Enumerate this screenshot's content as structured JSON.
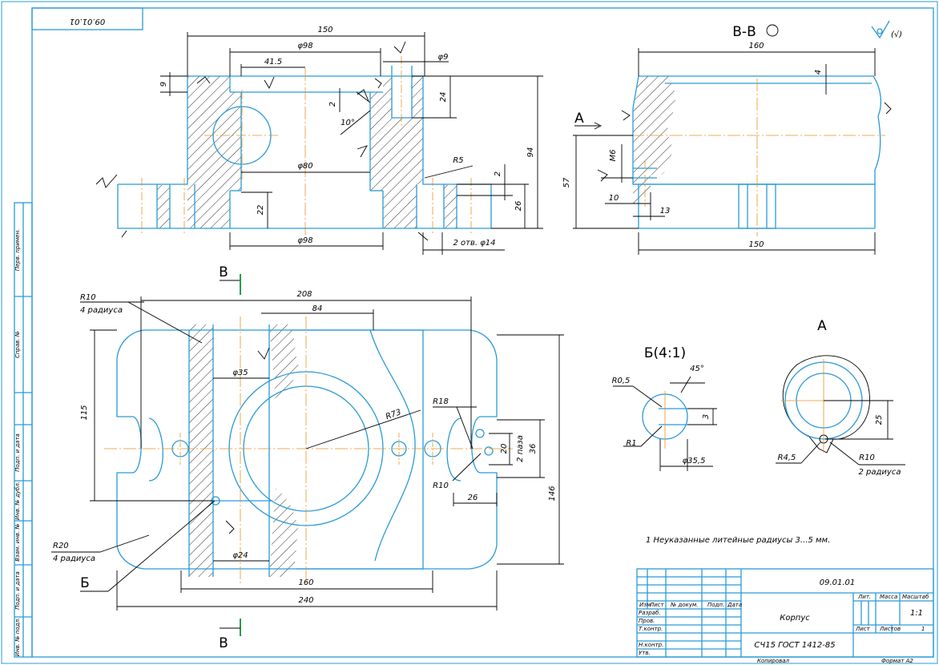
{
  "sheet": {
    "corner_stamp": "09.01.01",
    "side_labels": [
      "Перв. примен.",
      "Справ. №",
      "Подп. и дата",
      "Инв. № дубл.",
      "Взам. инв. №",
      "Подп. и дата",
      "Инв. № подл."
    ]
  },
  "roughness": "(√)",
  "front_view": {
    "dims": [
      "150",
      "φ98",
      "41.5",
      "φ9",
      "9",
      "24",
      "2",
      "10°",
      "φ80",
      "R5",
      "2",
      "94",
      "22",
      "26",
      "φ98",
      "2 отв. φ14"
    ]
  },
  "section_bb": {
    "title": "В-В",
    "dims": [
      "160",
      "4",
      "57",
      "М6",
      "10",
      "13",
      "150"
    ],
    "arrow_label": "А"
  },
  "plan_view": {
    "cut_label": "В",
    "cut_label_bottom": "В",
    "notes": [
      "R10",
      "4 радиуса",
      "R20",
      "4 радиуса"
    ],
    "detail_label": "Б",
    "dims": [
      "208",
      "84",
      "115",
      "φ35",
      "R73",
      "R18",
      "20",
      "2 паза",
      "36",
      "R10",
      "26",
      "146",
      "φ24",
      "160",
      "240"
    ]
  },
  "detail_b": {
    "title": "Б(4:1)",
    "dims": [
      "45°",
      "R0,5",
      "3",
      "R1",
      "φ35,5"
    ]
  },
  "view_a": {
    "title": "А",
    "dims": [
      "25",
      "R4,5",
      "R10",
      "2 радиуса"
    ]
  },
  "note": "1 Неуказанные литейные радиусы 3...5 мм.",
  "title_block": {
    "designation": "09.01.01",
    "name": "Корпус",
    "material": "СЧ15 ГОСТ 1412-85",
    "headers": [
      "Изм",
      "Лист",
      "№ докум.",
      "Подп.",
      "Дата"
    ],
    "roles": [
      "Разраб.",
      "Пров.",
      "Т.контр.",
      "Н.контр.",
      "Утв."
    ],
    "lit_label": "Лит.",
    "mass_label": "Масса",
    "scale_label": "Масштаб",
    "scale_value": "1:1",
    "sheet_label": "Лист",
    "sheets_label": "Листов",
    "sheets_value": "1",
    "copied": "Копировал",
    "format": "Формат А2"
  }
}
